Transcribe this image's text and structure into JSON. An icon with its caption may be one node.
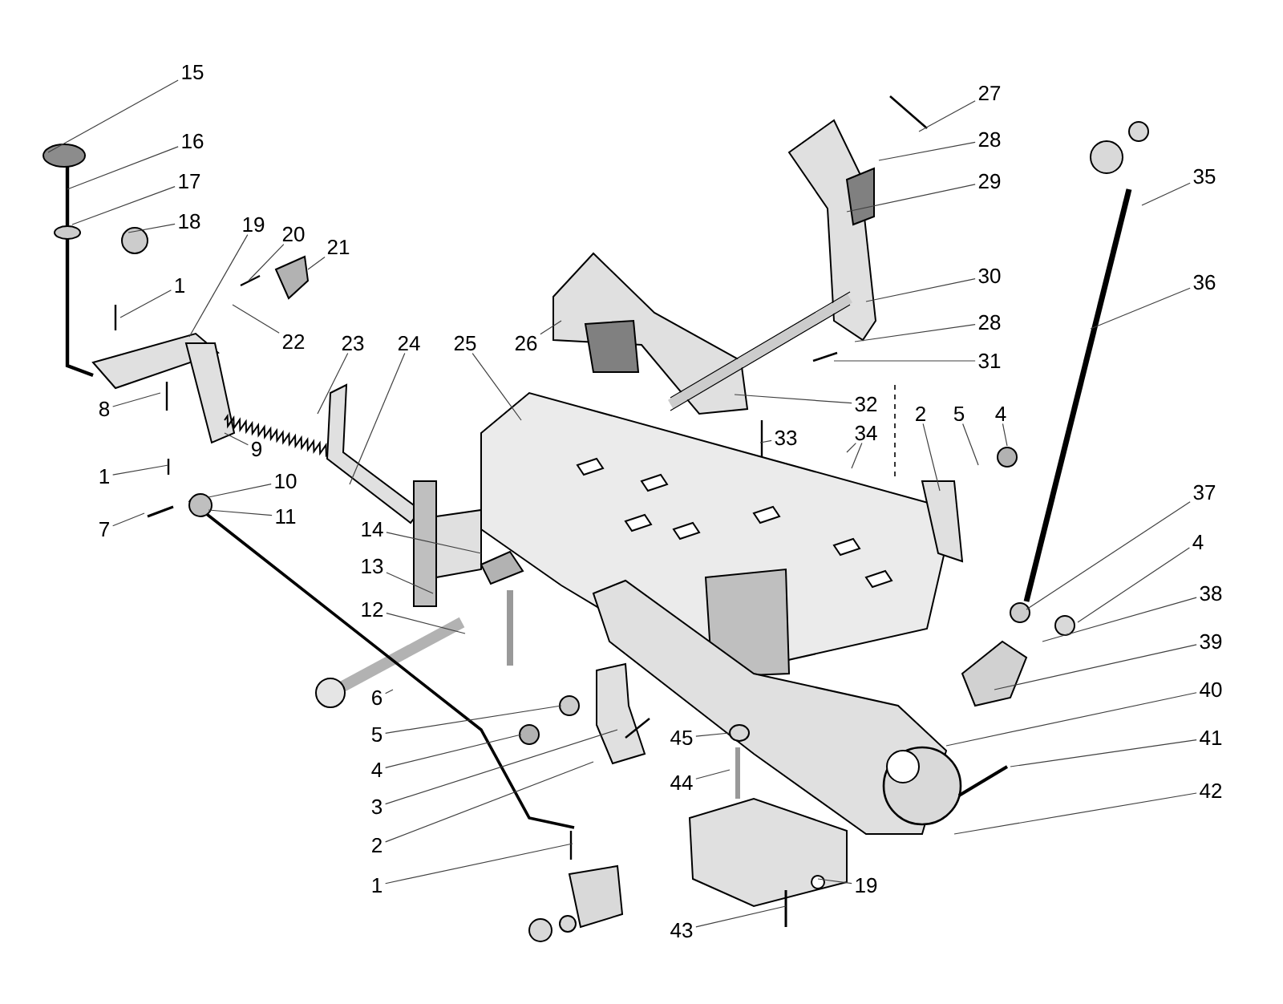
{
  "diagram": {
    "nodes": [
      {
        "text": [
          "15"
        ]
      },
      {
        "text": [
          "16"
        ]
      },
      {
        "text": [
          "17"
        ]
      },
      {
        "text": [
          "18"
        ]
      },
      {
        "text": [
          "19"
        ]
      },
      {
        "text": [
          "20"
        ]
      },
      {
        "text": [
          "21"
        ]
      },
      {
        "text": [
          "22"
        ]
      },
      {
        "text": [
          "1"
        ]
      },
      {
        "text": [
          "23"
        ]
      },
      {
        "text": [
          "24"
        ]
      },
      {
        "text": [
          "25"
        ]
      },
      {
        "text": [
          "26"
        ]
      },
      {
        "text": [
          "27"
        ]
      },
      {
        "text": [
          "28"
        ]
      },
      {
        "text": [
          "29"
        ]
      },
      {
        "text": [
          "30"
        ]
      },
      {
        "text": [
          "28"
        ]
      },
      {
        "text": [
          "31"
        ]
      },
      {
        "text": [
          "32"
        ]
      },
      {
        "text": [
          "33"
        ]
      },
      {
        "text": [
          "34"
        ]
      },
      {
        "text": [
          "2"
        ]
      },
      {
        "text": [
          "5"
        ]
      },
      {
        "text": [
          "4"
        ]
      },
      {
        "text": [
          "35"
        ]
      },
      {
        "text": [
          "36"
        ]
      },
      {
        "text": [
          "8"
        ]
      },
      {
        "text": [
          "9"
        ]
      },
      {
        "text": [
          "1"
        ]
      },
      {
        "text": [
          "10"
        ]
      },
      {
        "text": [
          "7"
        ]
      },
      {
        "text": [
          "11"
        ]
      },
      {
        "text": [
          "14"
        ]
      },
      {
        "text": [
          "13"
        ]
      },
      {
        "text": [
          "12"
        ]
      },
      {
        "text": [
          "37"
        ]
      },
      {
        "text": [
          "4"
        ]
      },
      {
        "text": [
          "38"
        ]
      },
      {
        "text": [
          "39"
        ]
      },
      {
        "text": [
          "40"
        ]
      },
      {
        "text": [
          "41"
        ]
      },
      {
        "text": [
          "42"
        ]
      },
      {
        "text": [
          "6"
        ]
      },
      {
        "text": [
          "5"
        ]
      },
      {
        "text": [
          "4"
        ]
      },
      {
        "text": [
          "45"
        ]
      },
      {
        "text": [
          "3"
        ]
      },
      {
        "text": [
          "44"
        ]
      },
      {
        "text": [
          "2"
        ]
      },
      {
        "text": [
          "1"
        ]
      },
      {
        "text": [
          "19"
        ]
      },
      {
        "text": [
          "43"
        ]
      }
    ],
    "edges": [
      {
        "from": 0,
        "to": null,
        "arrow": "none"
      },
      {
        "from": 1,
        "to": null,
        "arrow": "none"
      },
      {
        "from": 2,
        "to": null,
        "arrow": "none"
      },
      {
        "from": 3,
        "to": null,
        "arrow": "none"
      },
      {
        "from": 4,
        "to": null,
        "arrow": "none"
      },
      {
        "from": 5,
        "to": null,
        "arrow": "none"
      },
      {
        "from": 6,
        "to": null,
        "arrow": "none"
      },
      {
        "from": 7,
        "to": null,
        "arrow": "none"
      },
      {
        "from": 8,
        "to": null,
        "arrow": "none"
      },
      {
        "from": 9,
        "to": null,
        "arrow": "none"
      },
      {
        "from": 10,
        "to": null,
        "arrow": "none"
      },
      {
        "from": 11,
        "to": null,
        "arrow": "none"
      },
      {
        "from": 12,
        "to": null,
        "arrow": "none"
      },
      {
        "from": 13,
        "to": null,
        "arrow": "none"
      },
      {
        "from": 14,
        "to": null,
        "arrow": "none"
      },
      {
        "from": 15,
        "to": null,
        "arrow": "none"
      },
      {
        "from": 16,
        "to": null,
        "arrow": "none"
      },
      {
        "from": 17,
        "to": null,
        "arrow": "none"
      },
      {
        "from": 18,
        "to": null,
        "arrow": "none"
      },
      {
        "from": 19,
        "to": null,
        "arrow": "none"
      },
      {
        "from": 20,
        "to": null,
        "arrow": "none"
      },
      {
        "from": 21,
        "to": null,
        "arrow": "none"
      },
      {
        "from": 21,
        "to": null,
        "arrow": "none"
      },
      {
        "from": 22,
        "to": null,
        "arrow": "none"
      },
      {
        "from": 23,
        "to": null,
        "arrow": "none"
      },
      {
        "from": 24,
        "to": null,
        "arrow": "none"
      },
      {
        "from": 25,
        "to": null,
        "arrow": "none"
      },
      {
        "from": 26,
        "to": null,
        "arrow": "none"
      },
      {
        "from": 27,
        "to": null,
        "arrow": "none"
      },
      {
        "from": 28,
        "to": null,
        "arrow": "none"
      },
      {
        "from": 29,
        "to": null,
        "arrow": "none"
      },
      {
        "from": 30,
        "to": null,
        "arrow": "none"
      },
      {
        "from": 31,
        "to": null,
        "arrow": "none"
      },
      {
        "from": 32,
        "to": null,
        "arrow": "none"
      },
      {
        "from": 33,
        "to": null,
        "arrow": "none"
      },
      {
        "from": 34,
        "to": null,
        "arrow": "none"
      },
      {
        "from": 35,
        "to": null,
        "arrow": "none"
      },
      {
        "from": 36,
        "to": null,
        "arrow": "none"
      },
      {
        "from": 37,
        "to": null,
        "arrow": "none"
      },
      {
        "from": 38,
        "to": null,
        "arrow": "none"
      },
      {
        "from": 39,
        "to": null,
        "arrow": "none"
      },
      {
        "from": 40,
        "to": null,
        "arrow": "none"
      },
      {
        "from": 41,
        "to": null,
        "arrow": "none"
      },
      {
        "from": 42,
        "to": null,
        "arrow": "none"
      },
      {
        "from": 43,
        "to": null,
        "arrow": "none"
      },
      {
        "from": 44,
        "to": null,
        "arrow": "none"
      },
      {
        "from": 45,
        "to": null,
        "arrow": "none"
      },
      {
        "from": 46,
        "to": null,
        "arrow": "none"
      },
      {
        "from": 47,
        "to": null,
        "arrow": "none"
      },
      {
        "from": 48,
        "to": null,
        "arrow": "none"
      },
      {
        "from": 49,
        "to": null,
        "arrow": "none"
      },
      {
        "from": 50,
        "to": null,
        "arrow": "none"
      },
      {
        "from": 51,
        "to": null,
        "arrow": "none"
      },
      {
        "from": 52,
        "to": null,
        "arrow": "none"
      }
    ]
  }
}
